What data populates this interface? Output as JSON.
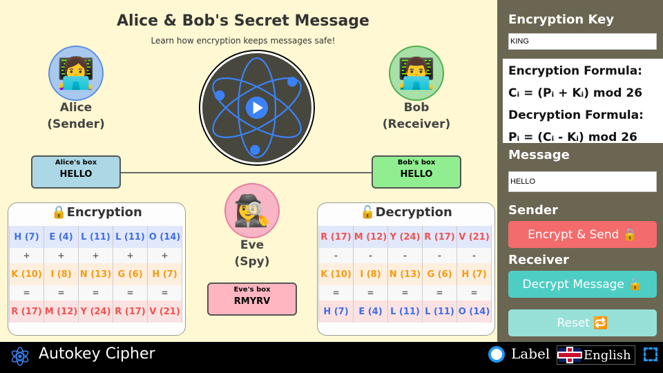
{
  "header": {
    "title": "Alice & Bob's Secret Message",
    "subtitle": "Learn how encryption keeps messages safe!"
  },
  "alice": {
    "emoji": "👩‍💻",
    "name": "Alice",
    "role": "(Sender)",
    "box_label": "Alice's box",
    "box_value": "HELLO"
  },
  "bob": {
    "emoji": "👨‍💻",
    "name": "Bob",
    "role": "(Receiver)",
    "box_label": "Bob's box",
    "box_value": "HELLO"
  },
  "eve": {
    "emoji": "🕵️‍♀️",
    "name": "Eve",
    "role": "(Spy)",
    "box_label": "Eve's box",
    "box_value": "RMYRV"
  },
  "encryption": {
    "title": "🔒Encryption",
    "rows": [
      [
        "H (7)",
        "E (4)",
        "L (11)",
        "L (11)",
        "O (14)"
      ],
      [
        "+",
        "+",
        "+",
        "+",
        "+"
      ],
      [
        "K (10)",
        "I (8)",
        "N (13)",
        "G (6)",
        "H (7)"
      ],
      [
        "=",
        "=",
        "=",
        "=",
        "="
      ],
      [
        "R (17)",
        "M (12)",
        "Y (24)",
        "R (17)",
        "V (21)"
      ]
    ]
  },
  "decryption": {
    "title": "🔓Decryption",
    "rows": [
      [
        "R (17)",
        "M (12)",
        "Y (24)",
        "R (17)",
        "V (21)"
      ],
      [
        "-",
        "-",
        "-",
        "-",
        "-"
      ],
      [
        "K (10)",
        "I (8)",
        "N (13)",
        "G (6)",
        "H (7)"
      ],
      [
        "=",
        "=",
        "=",
        "=",
        "="
      ],
      [
        "H (7)",
        "E (4)",
        "L (11)",
        "L (11)",
        "O (14)"
      ]
    ]
  },
  "sidebar": {
    "key_heading": "Encryption Key",
    "key_value": "KING",
    "enc_formula_label": "Encryption Formula:",
    "enc_formula": "Cᵢ = (Pᵢ + Kᵢ) mod 26",
    "dec_formula_label": "Decryption Formula:",
    "dec_formula": "Pᵢ = (Cᵢ - Kᵢ) mod 26",
    "message_heading": "Message",
    "message_value": "HELLO",
    "sender_heading": "Sender",
    "encrypt_button": "Encrypt & Send 🔒",
    "receiver_heading": "Receiver",
    "decrypt_button": "Decrypt Message 🔓",
    "reset_button": "Reset 🔁"
  },
  "bottom": {
    "app_title": "Autokey Cipher",
    "label_toggle": "Label",
    "language": "English"
  },
  "colors": {
    "encrypt": "#f36b6b",
    "decrypt": "#4ecdc4",
    "reset": "#96e0d8"
  }
}
